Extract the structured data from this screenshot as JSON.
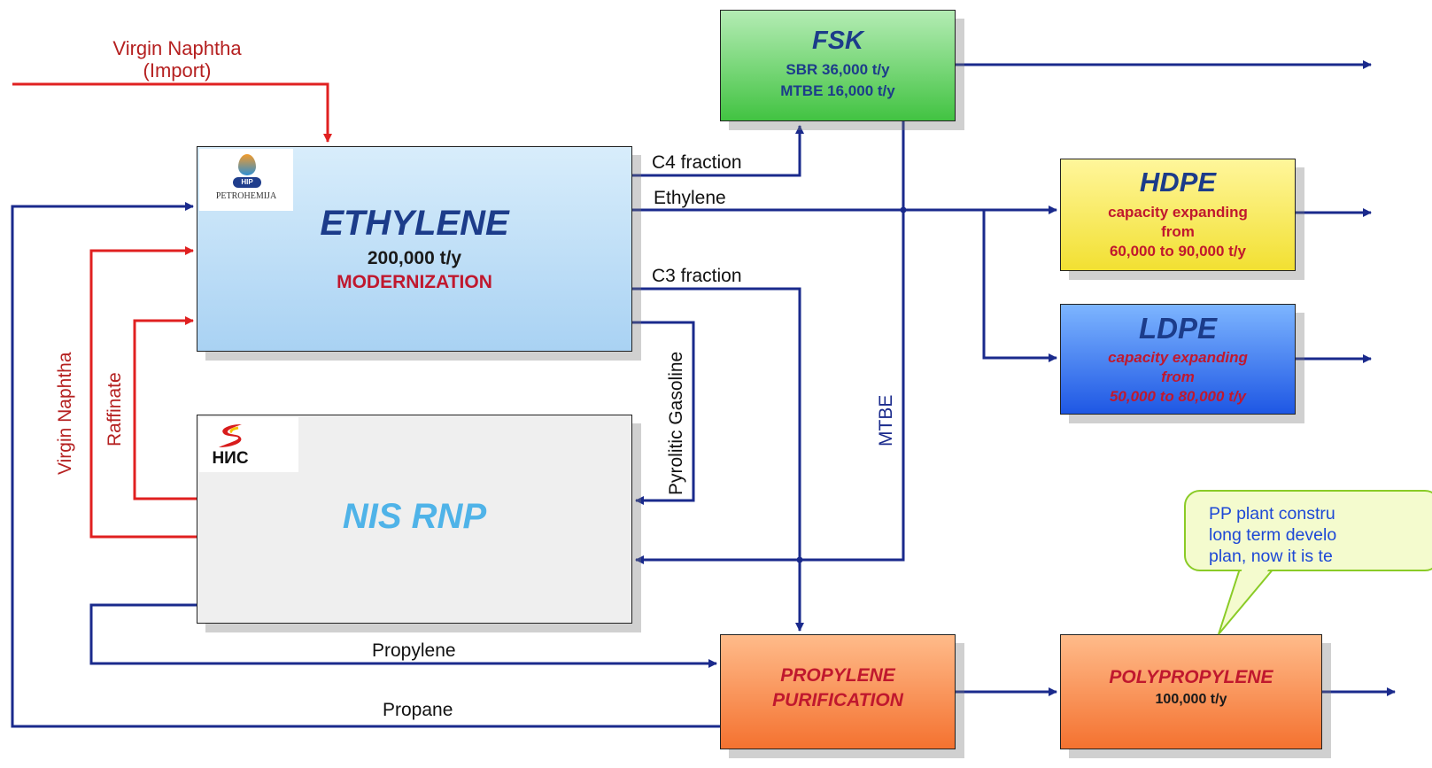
{
  "inputs": {
    "virgin_naphtha_import": [
      "Virgin Naphtha",
      "(Import)"
    ]
  },
  "ethylene_unit": {
    "logo_text": "PETROHEMIJA",
    "logo_badge": "HIP",
    "title": "ETHYLENE",
    "capacity": "200,000 t/y",
    "note": "MODERNIZATION"
  },
  "nis_unit": {
    "logo_text": "НИС",
    "title": "NIS RNP"
  },
  "fsk_unit": {
    "title": "FSK",
    "lines": [
      "SBR 36,000 t/y",
      "MTBE 16,000 t/y"
    ]
  },
  "hdpe_unit": {
    "title": "HDPE",
    "lines": [
      "capacity expanding",
      "from",
      "60,000 to 90,000 t/y"
    ]
  },
  "ldpe_unit": {
    "title": "LDPE",
    "lines": [
      "capacity expanding",
      "from",
      "50,000 to 80,000 t/y"
    ]
  },
  "propylene_purification_unit": {
    "lines": [
      "PROPYLENE",
      "PURIFICATION"
    ]
  },
  "polypropylene_unit": {
    "title": "POLYPROPYLENE",
    "capacity": "100,000 t/y"
  },
  "stream_labels": {
    "c4": "C4 fraction",
    "ethylene": "Ethylene",
    "c3": "C3 fraction",
    "pyrolitic": "Pyrolitic Gasoline",
    "mtbe": "MTBE",
    "virgin_naphtha": "Virgin Naphtha",
    "raffinate": "Raffinate",
    "propylene": "Propylene",
    "propane": "Propane"
  },
  "callout": {
    "text": "PP plant constru\nlong term develo\nplan, now it is te\nstoppaged."
  },
  "colors": {
    "blue_stream": "#1a2a8c",
    "red_stream": "#e02020",
    "callout_border": "#8acb26"
  }
}
